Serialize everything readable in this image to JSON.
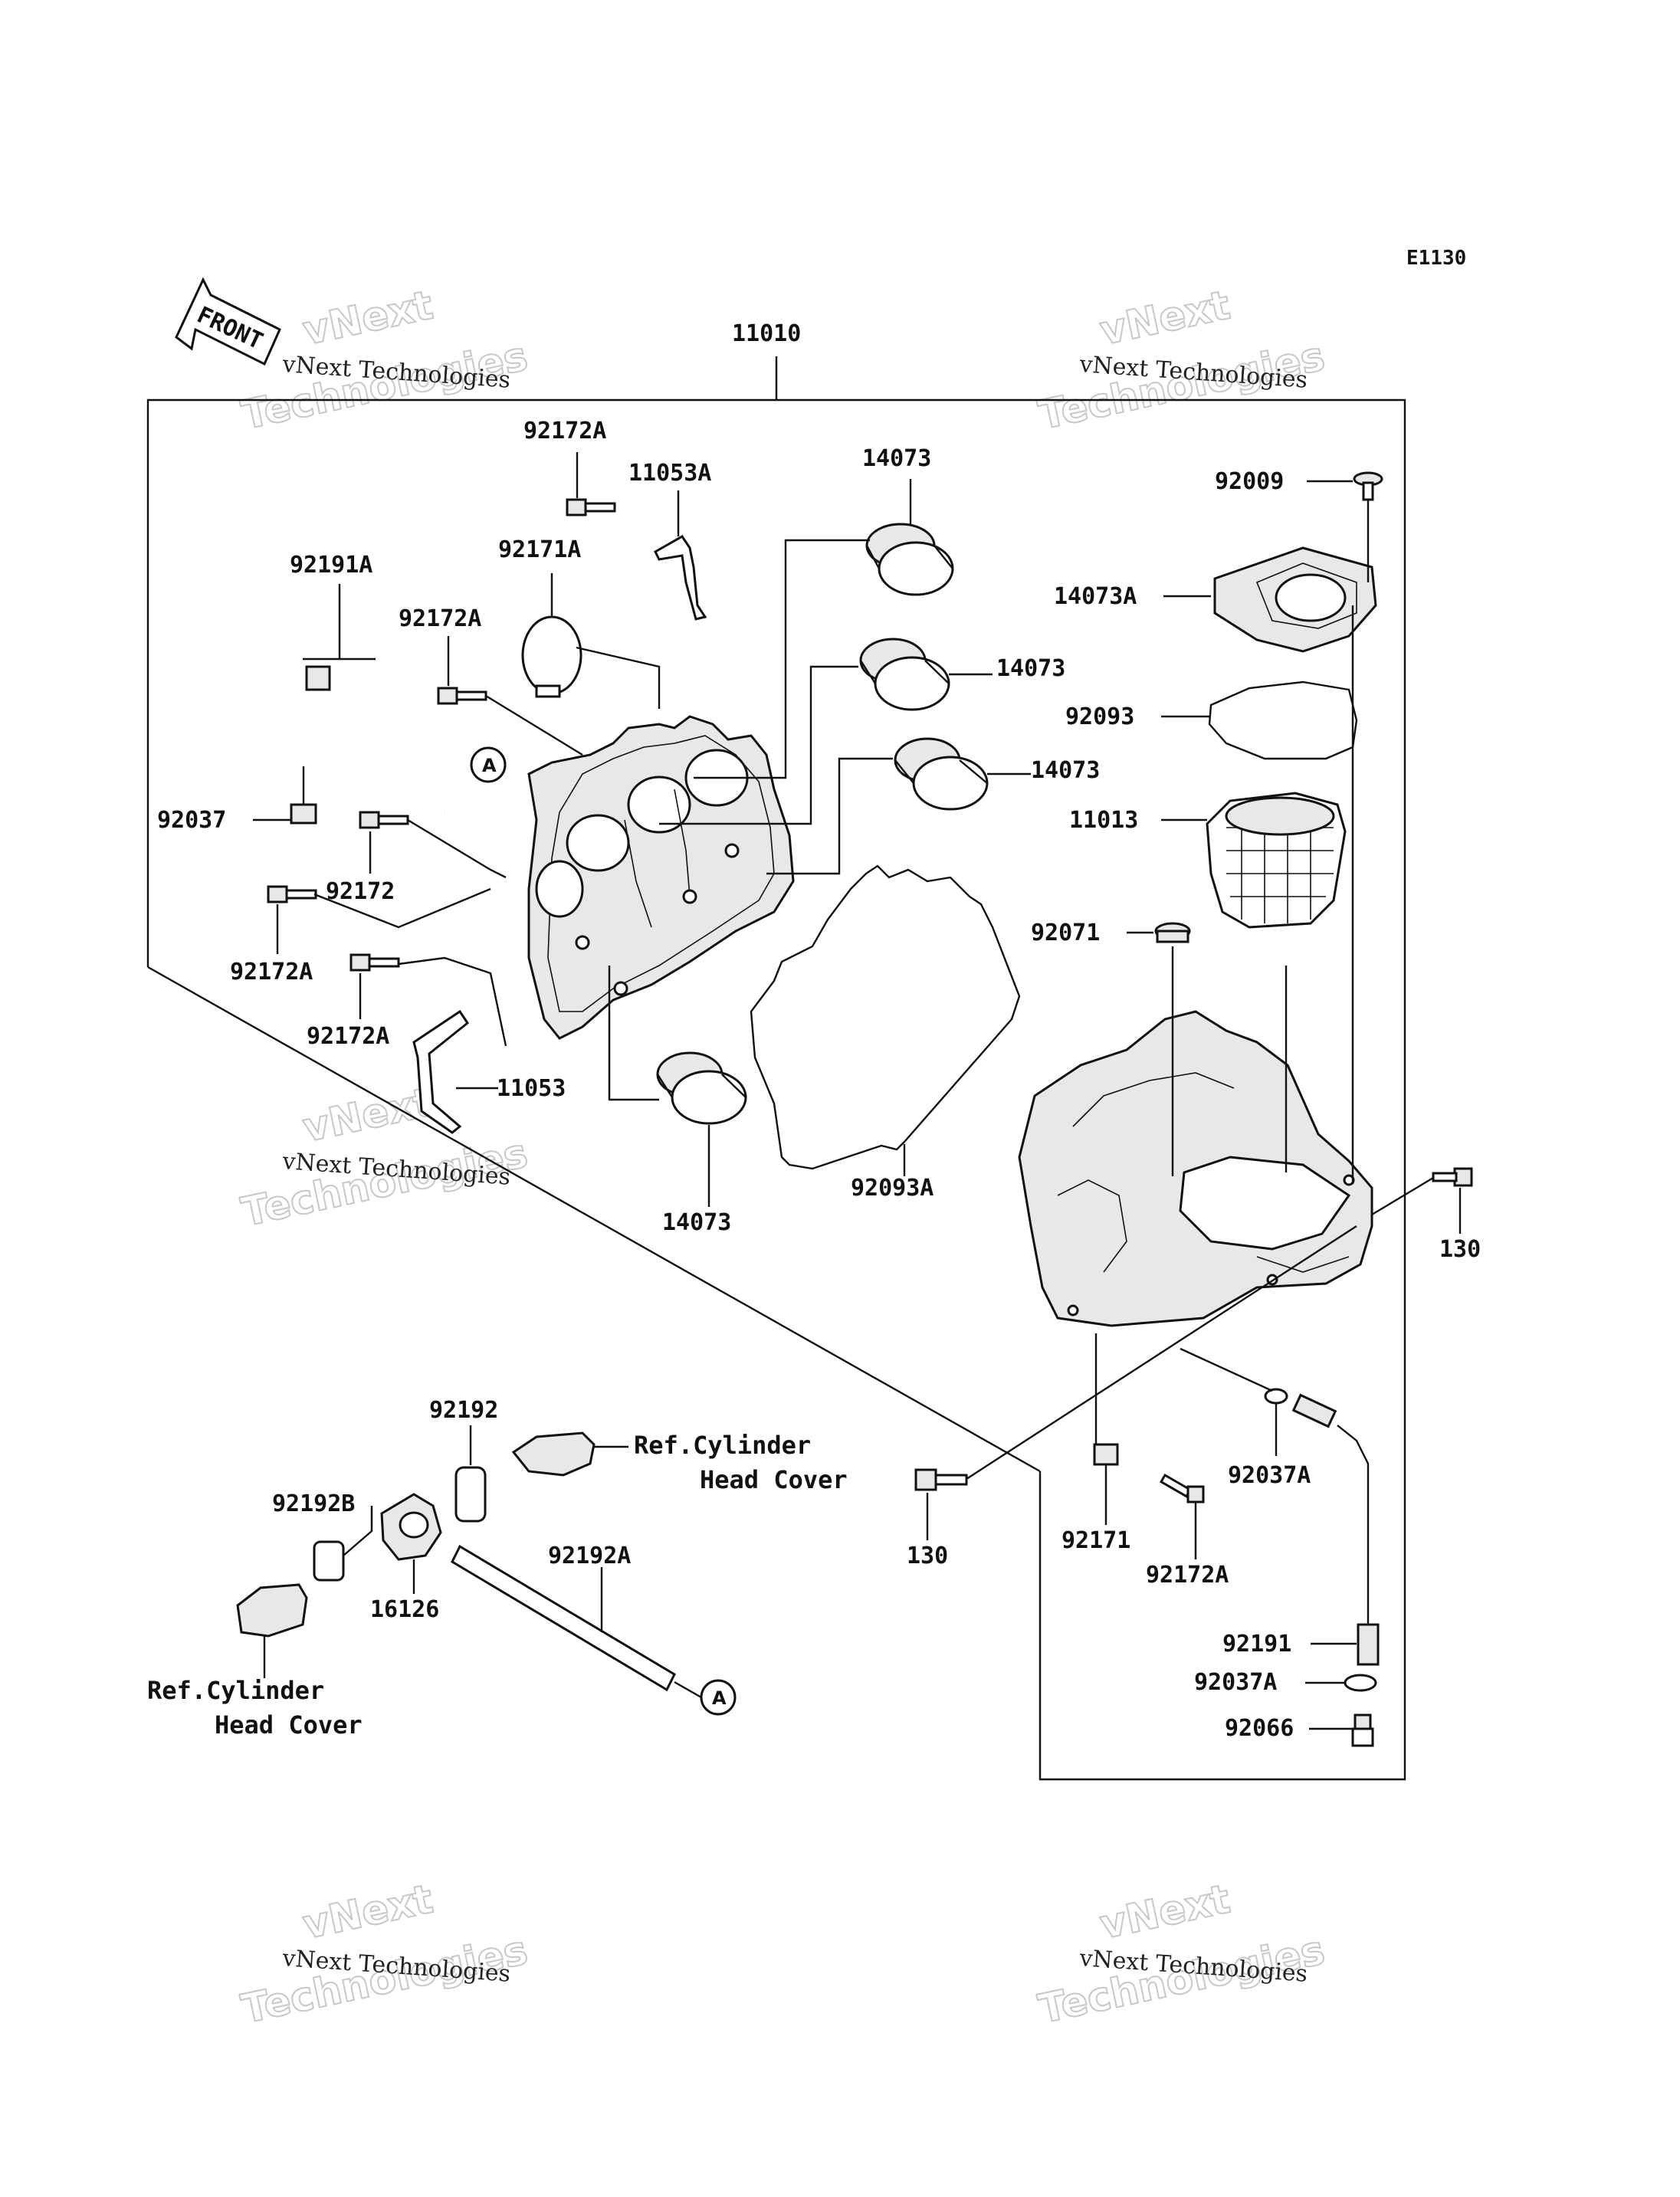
{
  "diagram_code": "E1130",
  "front_label": "FRONT",
  "watermark": {
    "line1": "vNext Technologies",
    "line2": "vNext",
    "line3": "Technologies"
  },
  "callout_marker": "A",
  "parts": {
    "p11010": "11010",
    "p92172A_top": "92172A",
    "p11053A": "11053A",
    "p14073_top": "14073",
    "p92009": "92009",
    "p92191A": "92191A",
    "p92171A": "92171A",
    "p92172A_2": "92172A",
    "p14073A": "14073A",
    "p14073_2": "14073",
    "p92093": "92093",
    "p14073_3": "14073",
    "p92037": "92037",
    "p11013": "11013",
    "p92172": "92172",
    "p92071": "92071",
    "p92172A_3": "92172A",
    "p92172A_4": "92172A",
    "p11053": "11053",
    "p92093A": "92093A",
    "p14073_4": "14073",
    "p130_right": "130",
    "p92192": "92192",
    "p92192B": "92192B",
    "p16126": "16126",
    "p92192A": "92192A",
    "p130_bottom": "130",
    "p92171": "92171",
    "p92172A_5": "92172A",
    "p92037A_1": "92037A",
    "p92191": "92191",
    "p92037A_2": "92037A",
    "p92066": "92066"
  },
  "references": {
    "ref1_line1": "Ref.Cylinder",
    "ref1_line2": "Head Cover",
    "ref2_line1": "Ref.Cylinder",
    "ref2_line2": "Head Cover"
  }
}
